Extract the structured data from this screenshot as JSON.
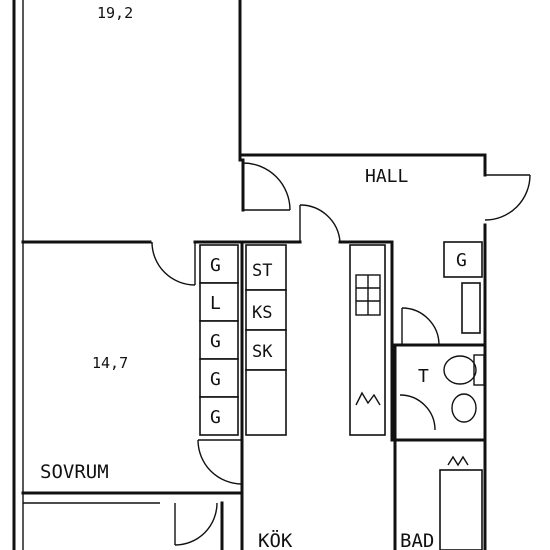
{
  "rooms": {
    "top_area": "19,2",
    "hall": "HALL",
    "bedroom_area": "14,7",
    "bedroom": "SOVRUM",
    "kitchen": "KÖK",
    "bath": "BAD"
  },
  "closets": {
    "wardrobe_column": [
      "G",
      "L",
      "G",
      "G",
      "G"
    ],
    "kitchen_column": [
      "ST",
      "KS",
      "SK"
    ],
    "hall_wardrobe": "G"
  },
  "fixtures": {
    "toilet": "T"
  }
}
